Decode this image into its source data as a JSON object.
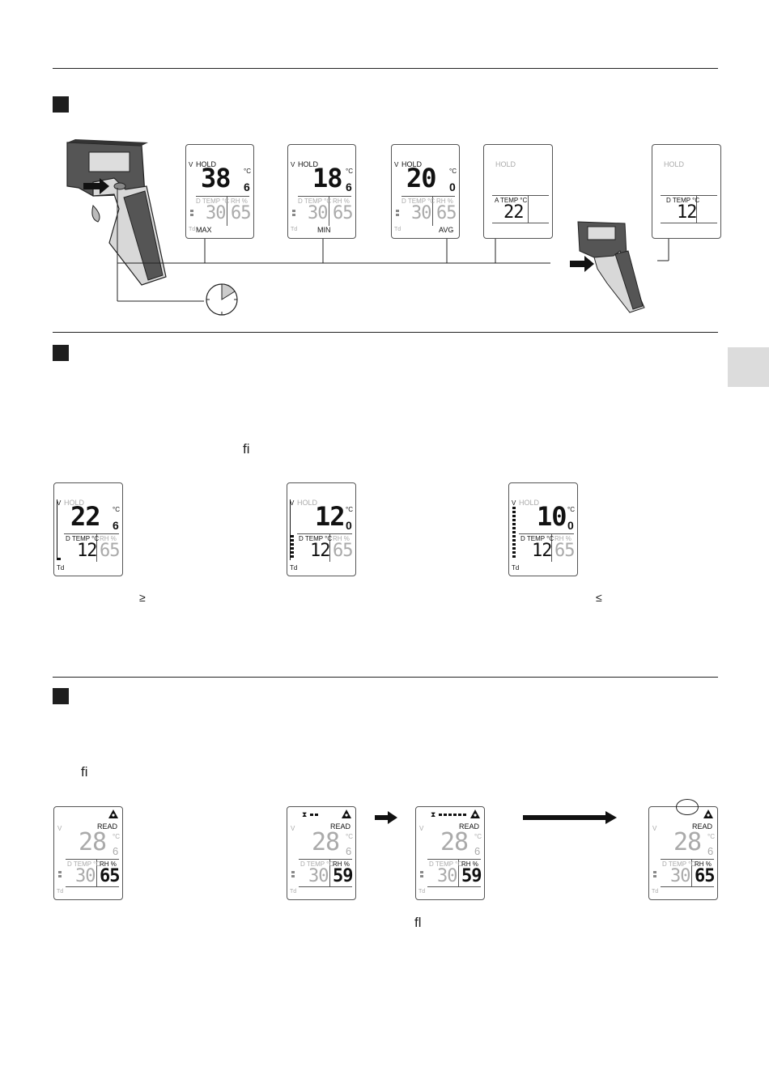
{
  "section1": {
    "screens": [
      {
        "mode": "HOLD",
        "value": "38",
        "decimal": "6",
        "unit": "°C",
        "sub_left_label": "D TEMP °C",
        "sub_left_value": "30",
        "sub_right_label": "RH %",
        "sub_right_value": "65",
        "footer": "MAX"
      },
      {
        "mode": "HOLD",
        "value": "18",
        "decimal": "6",
        "unit": "°C",
        "sub_left_label": "D TEMP °C",
        "sub_left_value": "30",
        "sub_right_label": "RH %",
        "sub_right_value": "65",
        "footer": "MIN"
      },
      {
        "mode": "HOLD",
        "value": "20",
        "decimal": "0",
        "unit": "°C",
        "sub_left_label": "D TEMP °C",
        "sub_left_value": "30",
        "sub_right_label": "RH %",
        "sub_right_value": "65",
        "footer": "AVG"
      },
      {
        "mode": "HOLD",
        "temp_label": "A  TEMP °C",
        "temp_value": "22"
      },
      {
        "mode": "HOLD",
        "temp_label": "D TEMP °C",
        "temp_value": "12"
      }
    ]
  },
  "section2": {
    "ligature": "ﬁ",
    "screens": [
      {
        "mode": "HOLD",
        "value": "22",
        "decimal": "6",
        "unit": "°C",
        "sub_left_label": "D TEMP °C",
        "sub_left_value": "12",
        "sub_right_label": "RH %",
        "sub_right_value": "65",
        "footer": "Td"
      },
      {
        "mode": "HOLD",
        "value": "12",
        "decimal": "0",
        "unit": "°C",
        "sub_left_label": "D TEMP °C",
        "sub_left_value": "12",
        "sub_right_label": "RH %",
        "sub_right_value": "65",
        "footer": "Td"
      },
      {
        "mode": "HOLD",
        "value": "10",
        "decimal": "0",
        "unit": "°C",
        "sub_left_label": "D TEMP °C",
        "sub_left_value": "12",
        "sub_right_label": "RH %",
        "sub_right_value": "65",
        "footer": "Td"
      }
    ],
    "symbol_left": "≥",
    "symbol_right": "≤"
  },
  "section3": {
    "ligature": "ﬁ",
    "ligature2": "ﬂ",
    "screens": [
      {
        "mode": "READ",
        "value": "28",
        "decimal": "6",
        "unit": "°C",
        "sub_left_label": "D TEMP °C",
        "sub_left_value": "30",
        "sub_right_label": "RH %",
        "sub_right_value": "65",
        "footer": "Td"
      },
      {
        "mode": "READ",
        "value": "28",
        "decimal": "6",
        "unit": "°C",
        "sub_left_label": "D TEMP °C",
        "sub_left_value": "30",
        "sub_right_label": "RH %",
        "sub_right_value": "59",
        "footer": "Td"
      },
      {
        "mode": "READ",
        "value": "28",
        "decimal": "6",
        "unit": "°C",
        "sub_left_label": "D TEMP °C",
        "sub_left_value": "30",
        "sub_right_label": "RH %",
        "sub_right_value": "59",
        "footer": "Td"
      },
      {
        "mode": "READ",
        "value": "28",
        "decimal": "6",
        "unit": "°C",
        "sub_left_label": "D TEMP °C",
        "sub_left_value": "30",
        "sub_right_label": "RH %",
        "sub_right_value": "65",
        "footer": "Td"
      }
    ]
  }
}
